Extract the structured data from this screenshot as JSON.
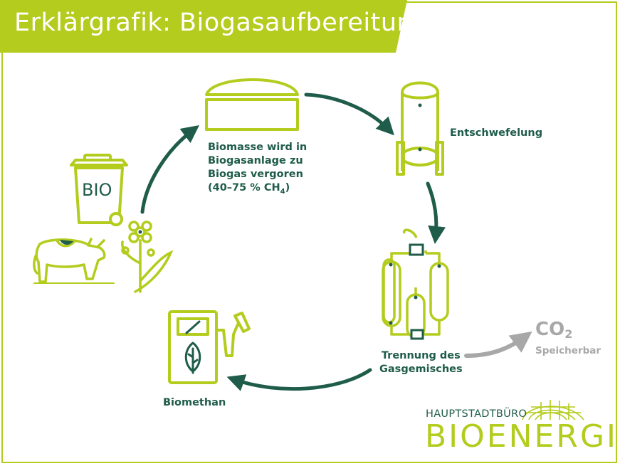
{
  "title": "Erklärgrafik: Biogasaufbereitung",
  "steps": {
    "biomass": {
      "lines": [
        "Biomasse wird in",
        "Biogasanlage zu",
        "Biogas vergoren"
      ],
      "range": "(40–75 % CH",
      "sub": "4",
      "close": ")"
    },
    "desulfurization": "Entschwefelung",
    "separation": [
      "Trennung des",
      "Gasgemisches"
    ],
    "biomethane": "Biomethan"
  },
  "bin_label": "BIO",
  "co2": {
    "main": "CO",
    "sub": "2",
    "note": "Speicherbar"
  },
  "logo": {
    "top": "HAUPTSTADTBÜRO",
    "bottom": "BIOENERGIE"
  },
  "colors": {
    "lime": "#b3cc1d",
    "dark_green": "#1f5c4a",
    "gray": "#a8a8a8"
  },
  "icons": [
    "waste-bin-icon",
    "cow-icon",
    "flower-icon",
    "biogas-dome-icon",
    "desulfurization-tank-icon",
    "gas-separation-columns-icon",
    "fuel-pump-icon",
    "leaf-icon",
    "globe-logo-icon"
  ]
}
